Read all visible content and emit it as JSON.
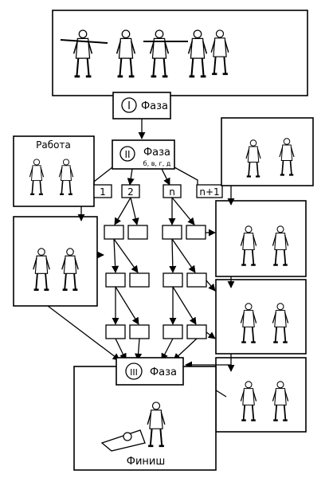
{
  "phase1": {
    "roman": "I",
    "word": "Фаза"
  },
  "phase2": {
    "roman": "II",
    "word": "Фаза",
    "sub": "б, в, г, д"
  },
  "phase3": {
    "roman": "III",
    "word": "Фаза"
  },
  "work_label": "Работа",
  "finish_label": "Финиш",
  "branches": {
    "b1": "1",
    "b2": "2",
    "bn": "n",
    "bn1": "n+1"
  },
  "icons": {
    "illustration": "figure-sketch-icon",
    "arrow": "arrow-icon"
  }
}
